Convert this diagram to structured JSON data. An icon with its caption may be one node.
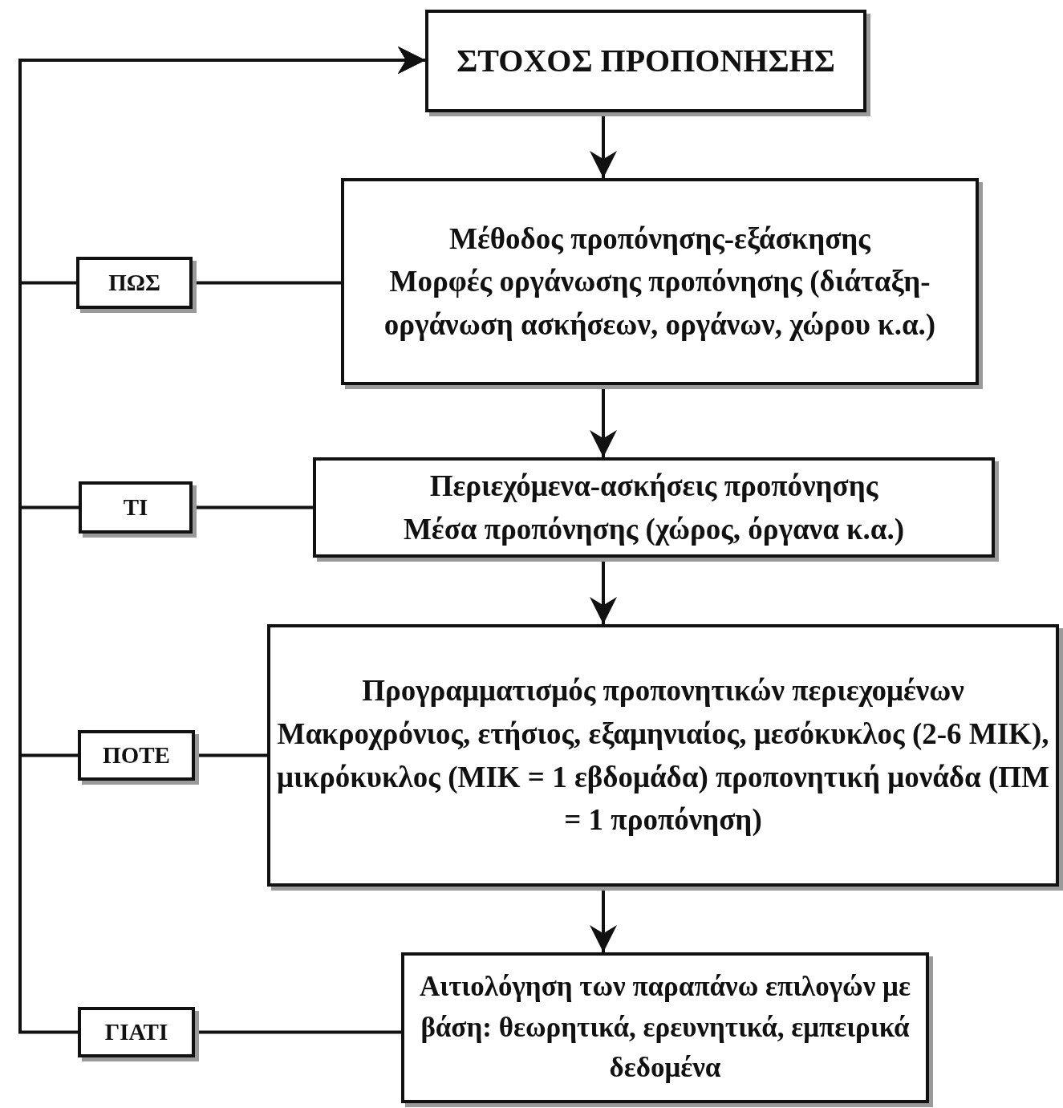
{
  "diagram": {
    "nodes": [
      {
        "text": [
          "ΣΤΟΧΟΣ ΠΡΟΠΟΝΗΣΗΣ"
        ]
      },
      {
        "text": [
          "Μέθοδος προπόνησης-εξάσκησης",
          "Μορφές οργάνωσης προπόνησης (διάταξη-οργάνωση ασκήσεων, οργάνων, χώρου κ.α.)"
        ]
      },
      {
        "text": [
          "Περιεχόμενα-ασκήσεις προπόνησης",
          "Μέσα προπόνησης (χώρος, όργανα κ.α.)"
        ]
      },
      {
        "text": [
          "Προγραμματισμός προπονητικών περιεχομένων",
          "Μακροχρόνιος, ετήσιος, εξαμηνιαίος, μεσόκυκλος (2-6 ΜΙΚ), μικρόκυκλος (ΜΙΚ = 1 εβδομάδα) προπονητική μονάδα (ΠΜ = 1 προπόνηση)"
        ]
      },
      {
        "text": [
          "Αιτιολόγηση των παραπάνω επιλογών με βάση: θεωρητικά, ερευνητικά, εμπειρικά δεδομένα"
        ]
      },
      {
        "text": [
          "ΠΩΣ"
        ]
      },
      {
        "text": [
          "ΤΙ"
        ]
      },
      {
        "text": [
          "ΠΟΤΕ"
        ]
      },
      {
        "text": [
          "ΓΙΑΤΙ"
        ]
      }
    ],
    "edges": [
      {
        "from": 0,
        "to": 1,
        "arrow": "to"
      },
      {
        "from": 1,
        "to": 2,
        "arrow": "to"
      },
      {
        "from": 2,
        "to": 3,
        "arrow": "to"
      },
      {
        "from": 3,
        "to": 4,
        "arrow": "to"
      },
      {
        "from": 5,
        "to": 1,
        "arrow": "none"
      },
      {
        "from": 6,
        "to": 2,
        "arrow": "none"
      },
      {
        "from": 7,
        "to": 3,
        "arrow": "none"
      },
      {
        "from": 8,
        "to": 4,
        "arrow": "none"
      },
      {
        "from": 5,
        "to": 0,
        "arrow": "to"
      },
      {
        "from": 6,
        "to": 0,
        "arrow": "to"
      },
      {
        "from": 7,
        "to": 0,
        "arrow": "to"
      },
      {
        "from": 8,
        "to": 0,
        "arrow": "to"
      }
    ]
  }
}
